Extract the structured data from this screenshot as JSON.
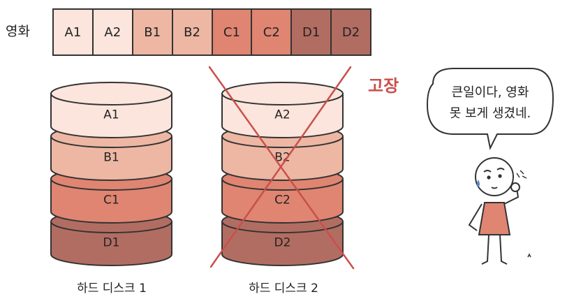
{
  "movie_label": "영화",
  "movie_blocks": [
    {
      "label": "A1",
      "color": "#fbe5dc"
    },
    {
      "label": "A2",
      "color": "#fbe5dc"
    },
    {
      "label": "B1",
      "color": "#edb7a4"
    },
    {
      "label": "B2",
      "color": "#edb7a4"
    },
    {
      "label": "C1",
      "color": "#df8572"
    },
    {
      "label": "C2",
      "color": "#df8572"
    },
    {
      "label": "D1",
      "color": "#b26d62"
    },
    {
      "label": "D2",
      "color": "#b26d62"
    }
  ],
  "disks": [
    {
      "label": "하드 디스크 1",
      "blocks": [
        "A1",
        "B1",
        "C1",
        "D1"
      ],
      "failed": false
    },
    {
      "label": "하드 디스크 2",
      "blocks": [
        "A2",
        "B2",
        "C2",
        "D2"
      ],
      "failed": true
    }
  ],
  "layer_colors": [
    "#fbe5dc",
    "#edb7a4",
    "#df8572",
    "#b26d62"
  ],
  "failure_label": "고장",
  "failure_color": "#c9504a",
  "speech_line1": "큰일이다, 영화",
  "speech_line2": "못 보게 생겼네."
}
